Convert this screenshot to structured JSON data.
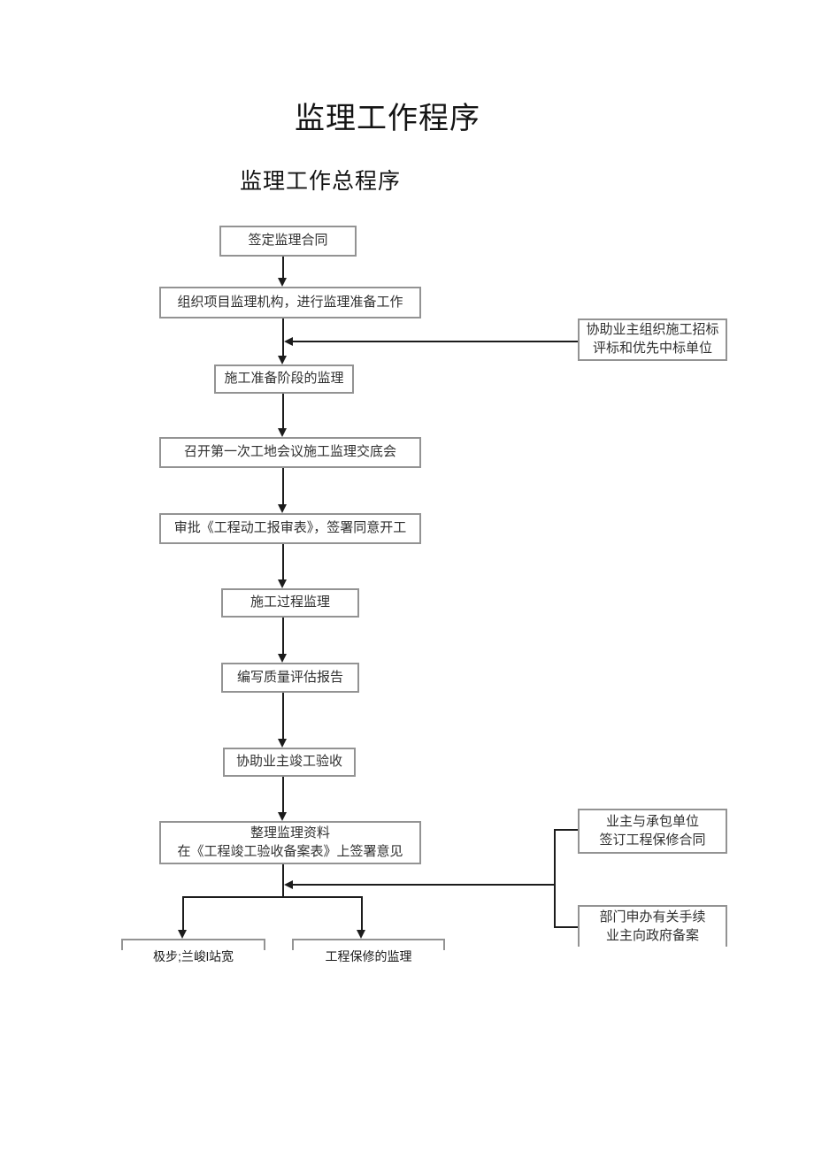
{
  "document": {
    "title": "监理工作程序",
    "subtitle": "监理工作总程序"
  },
  "flowchart": {
    "nodes": {
      "sign_contract": {
        "label": "签定监理合同"
      },
      "organize": {
        "label": "组织项目监理机构，进行监理准备工作"
      },
      "prep_stage": {
        "label": "施工准备阶段的监理"
      },
      "first_meeting": {
        "label": "召开第一次工地会议施工监理交底会"
      },
      "approve_start": {
        "label": "审批《工程动工报审表》，签署同意开工"
      },
      "process_supervision": {
        "label": "施工过程监理"
      },
      "quality_report": {
        "label": "编写质量评估报告"
      },
      "completion_acceptance": {
        "label": "协助业主竣工验收"
      },
      "archive": {
        "line1": "整理监理资料",
        "line2": "在《工程竣工验收备案表》上签署意见"
      },
      "assist_bidding": {
        "line1": "协助业主组织施工招标",
        "line2": "评标和优先中标单位"
      },
      "warranty_contract": {
        "line1": "业主与承包单位",
        "line2": "签订工程保修合同"
      },
      "gov_filing": {
        "line1": "部门申办有关手续",
        "line2": "业主向政府备案"
      },
      "bottom_left": {
        "label": "极步;兰峻l站宽"
      },
      "bottom_right": {
        "label": "工程保修的监理"
      }
    },
    "colors": {
      "box_border": "#939393",
      "connector_line": "#1c1c1c",
      "text": "#303030",
      "page_background": "#ffffff"
    }
  }
}
